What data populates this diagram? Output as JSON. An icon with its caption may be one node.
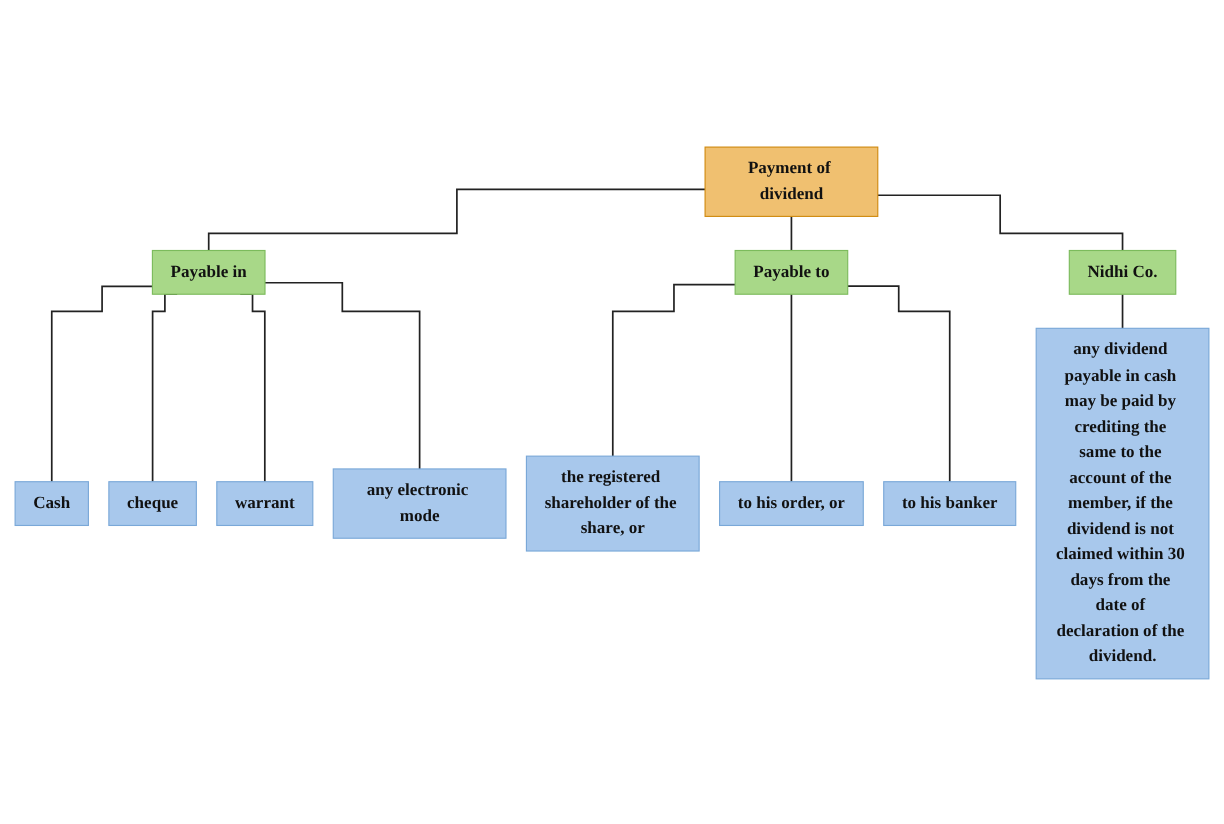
{
  "diagram": {
    "nodes": [
      {
        "text": [
          "Payment of dividend"
        ]
      },
      {
        "text": [
          "Payable in"
        ]
      },
      {
        "text": [
          "Payable to"
        ]
      },
      {
        "text": [
          "Nidhi Co."
        ]
      },
      {
        "text": [
          "Cash"
        ]
      },
      {
        "text": [
          "cheque"
        ]
      },
      {
        "text": [
          "warrant"
        ]
      },
      {
        "text": [
          "any electronic mode"
        ]
      },
      {
        "text": [
          "the registered shareholder of the share, or"
        ]
      },
      {
        "text": [
          "to his order, or"
        ]
      },
      {
        "text": [
          "to his banker"
        ]
      },
      {
        "text": [
          "any dividend payable in cash may be paid by crediting the same to the account of the member, if the dividend is not claimed within 30 days from the date of declaration of the dividend."
        ]
      }
    ],
    "edges": [
      {
        "from": 0,
        "to": 1,
        "arrow": "none"
      },
      {
        "from": 0,
        "to": 2,
        "arrow": "none"
      },
      {
        "from": 0,
        "to": 3,
        "arrow": "none"
      },
      {
        "from": 1,
        "to": 4,
        "arrow": "none"
      },
      {
        "from": 1,
        "to": 5,
        "arrow": "none"
      },
      {
        "from": 1,
        "to": 6,
        "arrow": "none"
      },
      {
        "from": 1,
        "to": 7,
        "arrow": "none"
      },
      {
        "from": 2,
        "to": 8,
        "arrow": "none"
      },
      {
        "from": 2,
        "to": 9,
        "arrow": "none"
      },
      {
        "from": 2,
        "to": 10,
        "arrow": "none"
      },
      {
        "from": 3,
        "to": 11,
        "arrow": "none"
      }
    ]
  }
}
